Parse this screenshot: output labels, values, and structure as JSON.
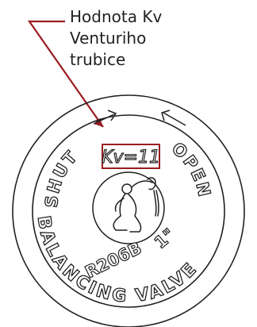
{
  "callout": {
    "lines": [
      "Hodnota Kv",
      "Venturiho",
      "trubice"
    ]
  },
  "valve": {
    "top_left": "SHUT",
    "top_right": "OPEN",
    "kv_label": "Kv=11",
    "model": "R206B",
    "size": "1\"",
    "bottom": "BALANCING VALVE"
  },
  "colors": {
    "callout_line": "#9a1b1f",
    "ink": "#231f20"
  }
}
